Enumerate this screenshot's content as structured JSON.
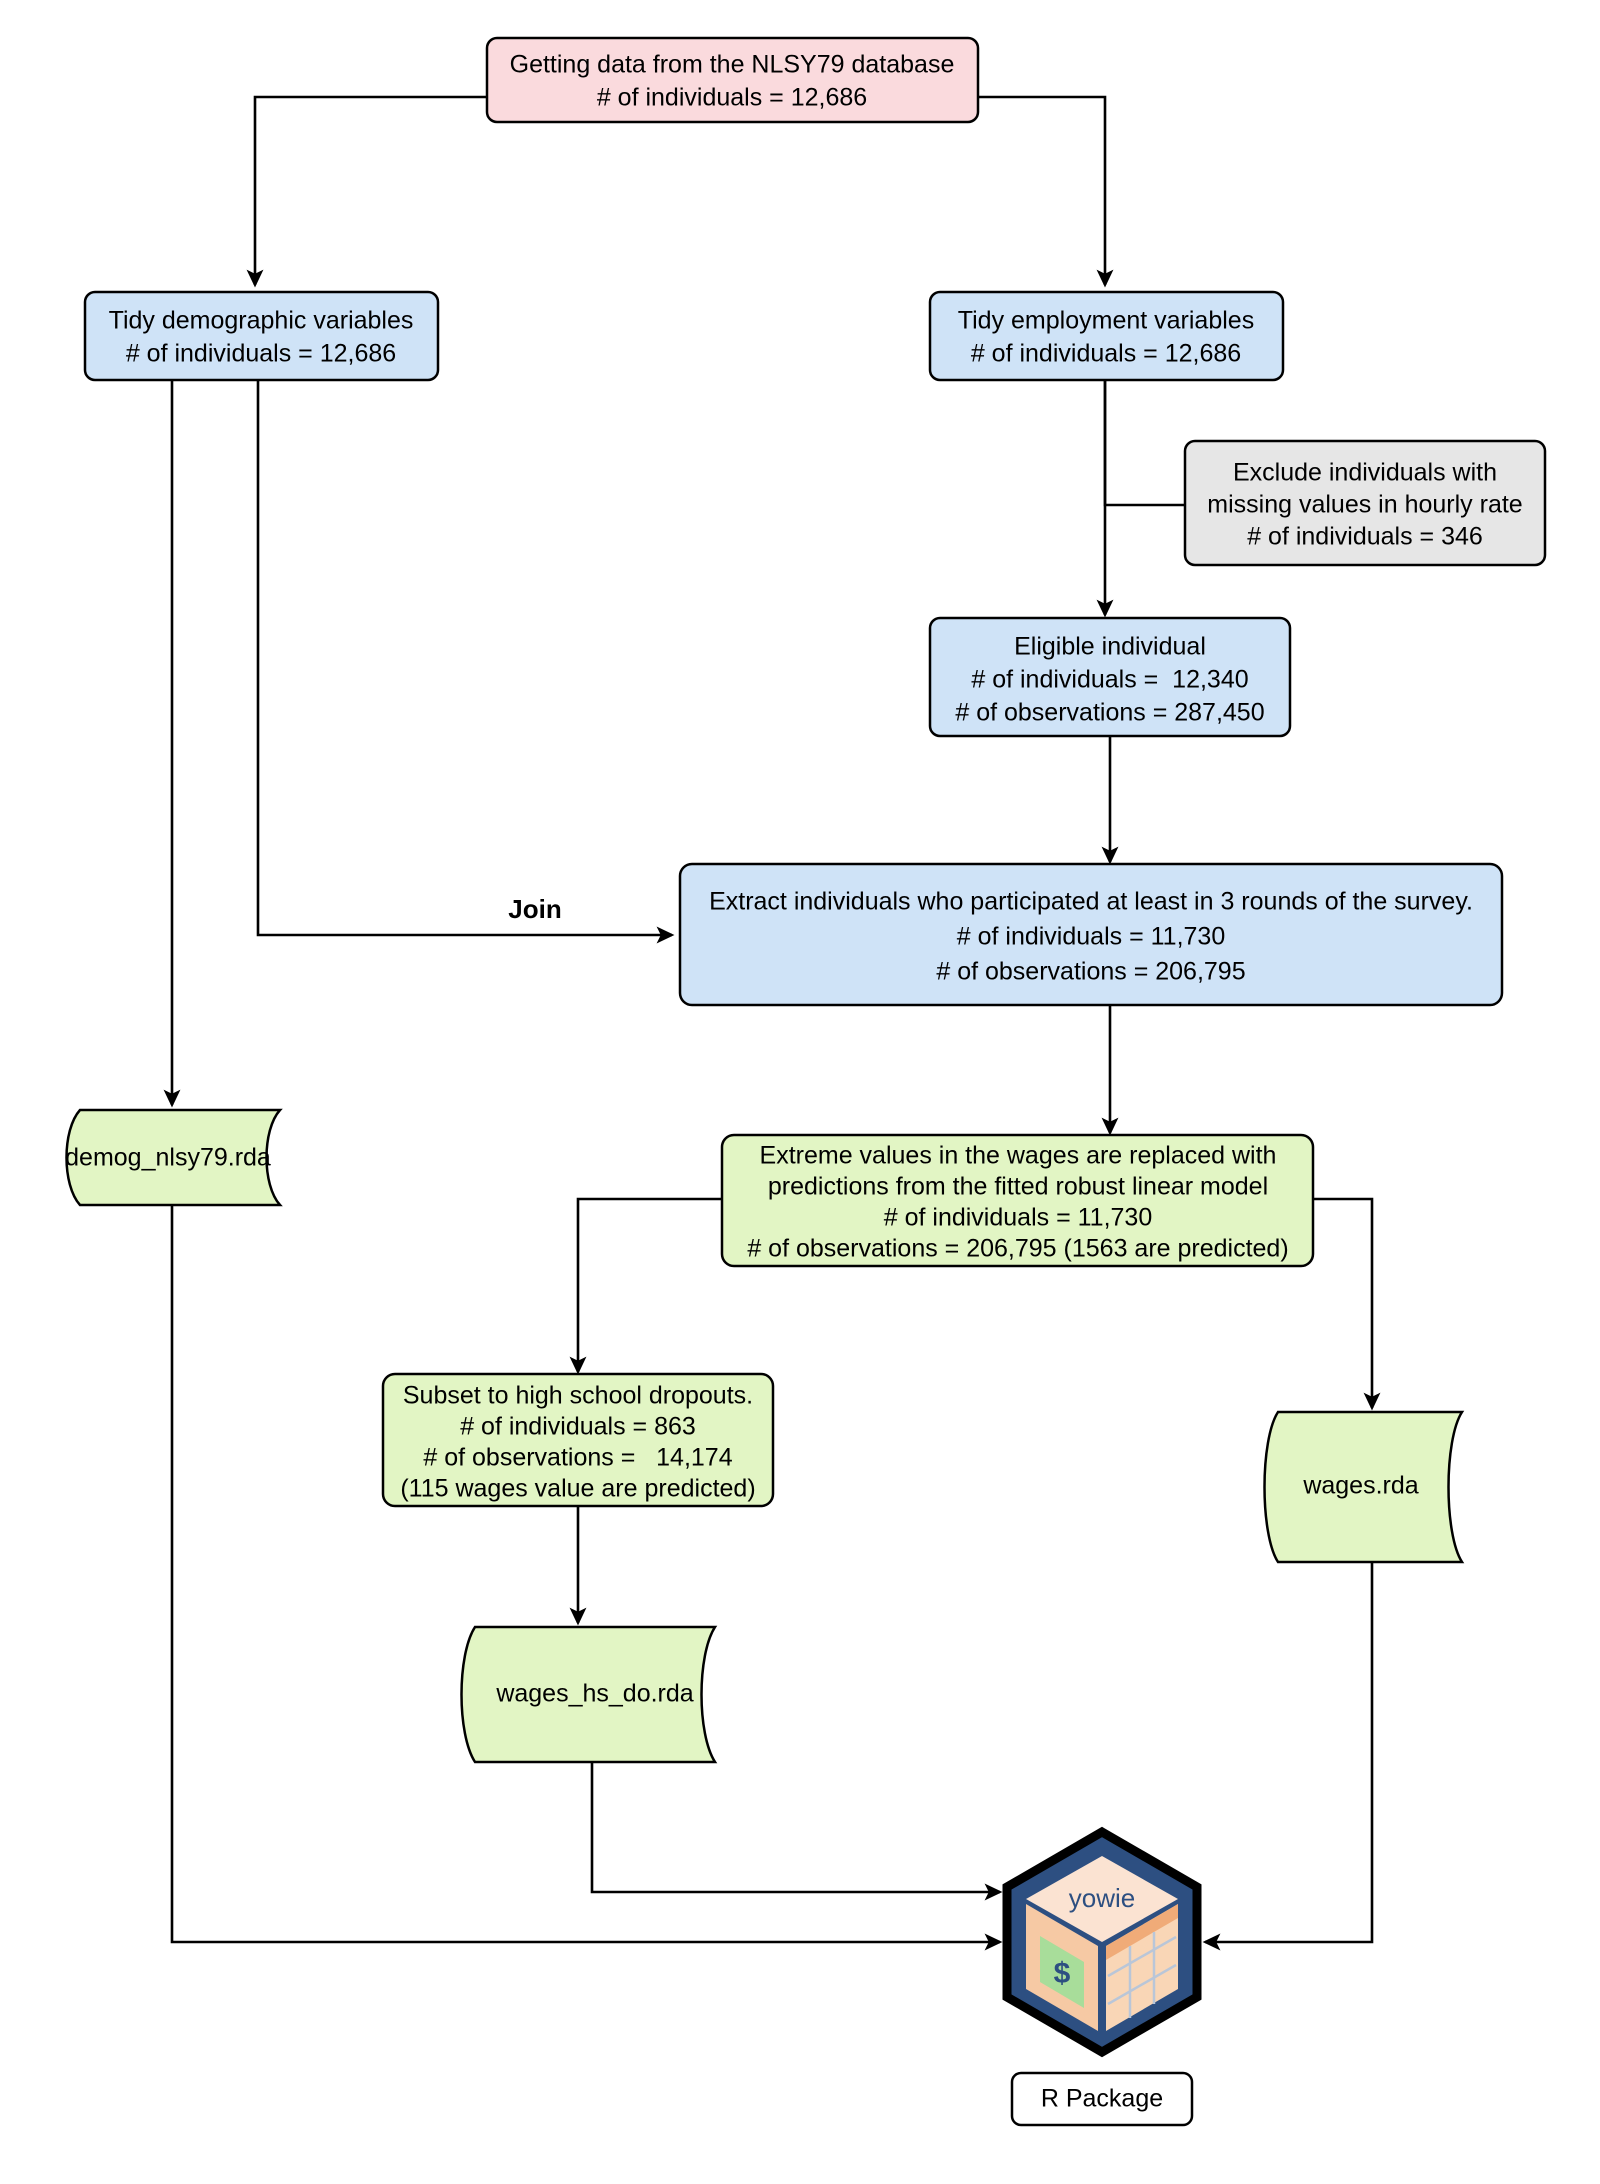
{
  "diagram": {
    "title": "NLSY79 data processing pipeline",
    "colors": {
      "source_node": "#fadadd",
      "process_node": "#cfe3f7",
      "exclusion_node": "#e6e6e6",
      "output_node": "#e2f5c4",
      "logo_blue": "#2d4f81",
      "logo_peach": "#f6c9a4",
      "logo_cream": "#fbe3d2",
      "logo_green": "#a8dd9a",
      "edge": "#000000"
    },
    "nodes": {
      "source": {
        "id": "nlsy79-source",
        "lines": [
          "Getting data from the NLSY79 database",
          "# of individuals = 12,686"
        ]
      },
      "tidy_demographic": {
        "id": "tidy-demographic-variables",
        "lines": [
          "Tidy demographic variables",
          "# of individuals = 12,686"
        ]
      },
      "tidy_employment": {
        "id": "tidy-employment-variables",
        "lines": [
          "Tidy employment variables",
          "# of individuals = 12,686"
        ]
      },
      "exclude": {
        "id": "exclude-missing-hourly-rate",
        "lines": [
          "Exclude individuals with",
          "missing values in hourly rate",
          "# of individuals = 346"
        ]
      },
      "eligible": {
        "id": "eligible-individual",
        "lines": [
          "Eligible individual",
          "# of individuals =  12,340",
          "# of observations = 287,450"
        ]
      },
      "extract": {
        "id": "extract-three-rounds",
        "lines": [
          "Extract individuals who participated at least in 3 rounds of the survey.",
          "# of individuals = 11,730",
          "# of observations = 206,795"
        ]
      },
      "extreme": {
        "id": "replace-extreme-wages",
        "lines": [
          "Extreme values in the wages are replaced with",
          "predictions from the fitted robust linear model",
          "# of individuals = 11,730",
          "# of observations = 206,795 (1563 are predicted)"
        ]
      },
      "subset": {
        "id": "subset-high-school-dropouts",
        "lines": [
          "Subset to high school dropouts.",
          "# of individuals = 863",
          "# of observations =   14,174",
          "(115 wages value are predicted)"
        ]
      },
      "demog_file": {
        "id": "demog-nlsy79-rda",
        "label": "demog_nlsy79.rda"
      },
      "wages_file": {
        "id": "wages-rda",
        "label": "wages.rda"
      },
      "wages_hs_do_file": {
        "id": "wages-hs-do-rda",
        "label": "wages_hs_do.rda"
      },
      "package": {
        "id": "r-package",
        "logo_label": "yowie",
        "logo_currency": "$",
        "caption": "R Package"
      }
    },
    "edges": [
      {
        "from": "source",
        "to": "tidy_demographic",
        "label": ""
      },
      {
        "from": "source",
        "to": "tidy_employment",
        "label": ""
      },
      {
        "from": "tidy_employment",
        "to": "exclude",
        "label": ""
      },
      {
        "from": "tidy_employment",
        "to": "eligible",
        "label": ""
      },
      {
        "from": "eligible",
        "to": "extract",
        "label": ""
      },
      {
        "from": "tidy_demographic",
        "to": "extract",
        "label": "Join"
      },
      {
        "from": "tidy_demographic",
        "to": "demog_file",
        "label": ""
      },
      {
        "from": "extract",
        "to": "extreme",
        "label": ""
      },
      {
        "from": "extreme",
        "to": "subset",
        "label": ""
      },
      {
        "from": "extreme",
        "to": "wages_file",
        "label": ""
      },
      {
        "from": "subset",
        "to": "wages_hs_do_file",
        "label": ""
      },
      {
        "from": "wages_hs_do_file",
        "to": "package",
        "label": ""
      },
      {
        "from": "demog_file",
        "to": "package",
        "label": ""
      },
      {
        "from": "wages_file",
        "to": "package",
        "label": ""
      }
    ],
    "edge_labels": {
      "join": "Join"
    }
  }
}
